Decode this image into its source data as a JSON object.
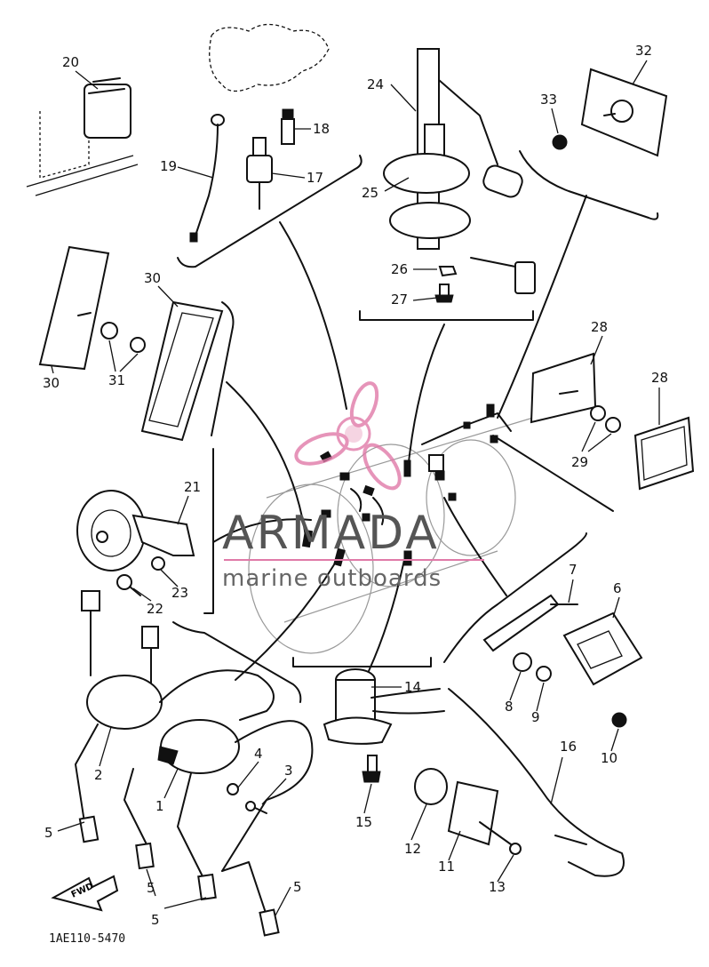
{
  "diagram": {
    "part_numbers": [
      "1",
      "2",
      "3",
      "4",
      "5",
      "6",
      "7",
      "8",
      "9",
      "10",
      "11",
      "12",
      "13",
      "14",
      "15",
      "16",
      "17",
      "18",
      "19",
      "20",
      "21",
      "22",
      "23",
      "24",
      "25",
      "26",
      "27",
      "28",
      "29",
      "30",
      "31",
      "32",
      "33"
    ],
    "labels": {
      "p1": "1",
      "p2": "2",
      "p3": "3",
      "p4": "4",
      "p5a": "5",
      "p5b": "5",
      "p5c": "5",
      "p5d": "5",
      "p6": "6",
      "p7": "7",
      "p8": "8",
      "p9": "9",
      "p10": "10",
      "p11": "11",
      "p12": "12",
      "p13": "13",
      "p14": "14",
      "p15": "15",
      "p16": "16",
      "p17": "17",
      "p18": "18",
      "p19": "19",
      "p20": "20",
      "p21": "21",
      "p22": "22",
      "p23": "23",
      "p24": "24",
      "p25": "25",
      "p26": "26",
      "p27": "27",
      "p28a": "28",
      "p28b": "28",
      "p29": "29",
      "p30a": "30",
      "p30b": "30",
      "p31": "31",
      "p32": "32",
      "p33": "33"
    },
    "fwd_label": "FWD",
    "drawing_code": "1AE110-5470"
  },
  "watermark": {
    "brand": "ARMADA",
    "tagline": "marine outboards",
    "color": "#e07aa8"
  }
}
